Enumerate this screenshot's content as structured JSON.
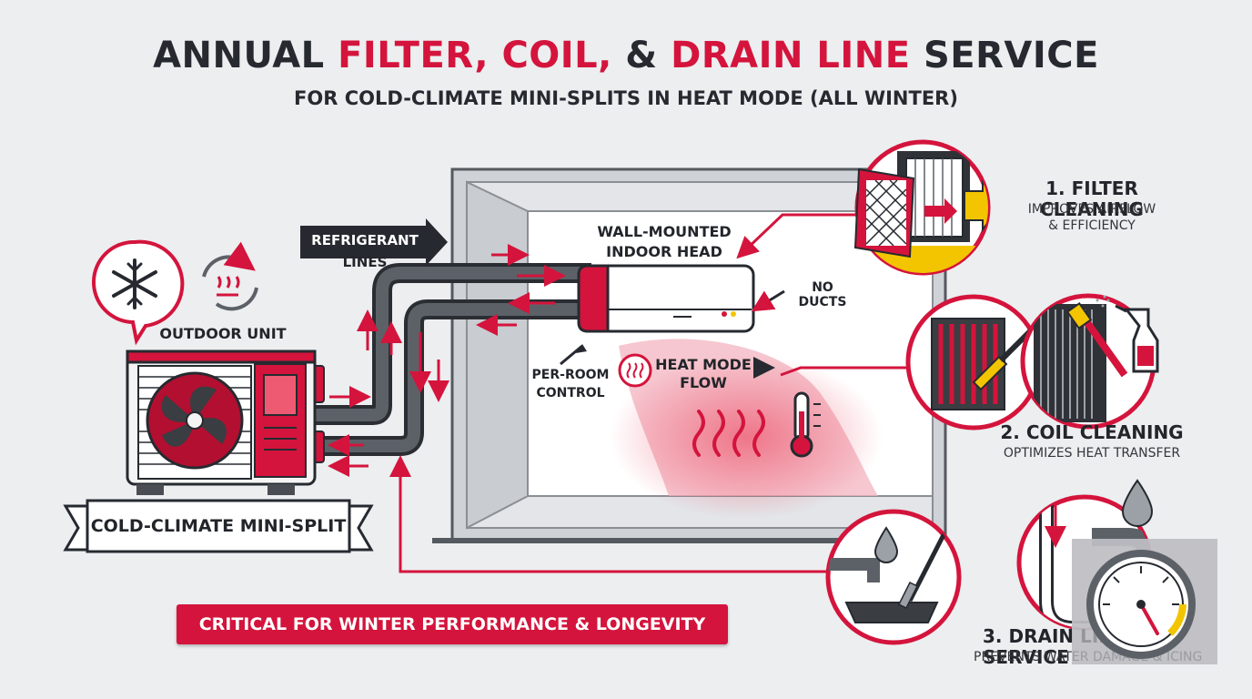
{
  "title": {
    "part1": "ANNUAL ",
    "part2": "FILTER, COIL,",
    "part3": " & ",
    "part4": "DRAIN LINE",
    "part5": " SERVICE"
  },
  "subtitle": "FOR COLD-CLIMATE MINI-SPLITS IN HEAT MODE (ALL WINTER)",
  "labels": {
    "refrigerant_lines_1": "REFRIGERANT",
    "refrigerant_lines_2": "LINES",
    "outdoor_unit": "OUTDOOR UNIT",
    "wall_head_1": "WALL-MOUNTED",
    "wall_head_2": "INDOOR HEAD",
    "no_ducts": "NO DUCTS",
    "per_room_1": "PER-ROOM",
    "per_room_2": "CONTROL",
    "heat_mode_1": "HEAT MODE",
    "heat_mode_2": "FLOW",
    "unit_banner": "COLD-CLIMATE MINI-SPLIT",
    "critical": "CRITICAL FOR WINTER PERFORMANCE & LONGEVITY"
  },
  "steps": [
    {
      "title": "1. FILTER CLEANING",
      "desc1": "IMPROVES AIRFLOW",
      "desc2": "& EFFICIENCY"
    },
    {
      "title": "2. COIL CLEANING",
      "desc1": "OPTIMIZES HEAT TRANSFER",
      "desc2": ""
    },
    {
      "title": "3. DRAIN LINE SERVICE",
      "title_visible": "3. DRAIN LIN",
      "desc1": "PREVENTS WATER DAMAGE & ICING",
      "desc1_visible": "PREVENTS WATER DAMAGE & ICING",
      "desc2": ""
    }
  ],
  "colors": {
    "accent": "#d4143c",
    "dark": "#262a30",
    "background": "#eceef0",
    "yellow": "#f2c500"
  },
  "icons": [
    "snowflake-icon",
    "heat-cycle-icon",
    "fan-icon",
    "thermometer-icon",
    "heat-waves-icon",
    "spray-bottle-icon",
    "brush-icon",
    "water-drop-icon",
    "gauge-icon"
  ]
}
